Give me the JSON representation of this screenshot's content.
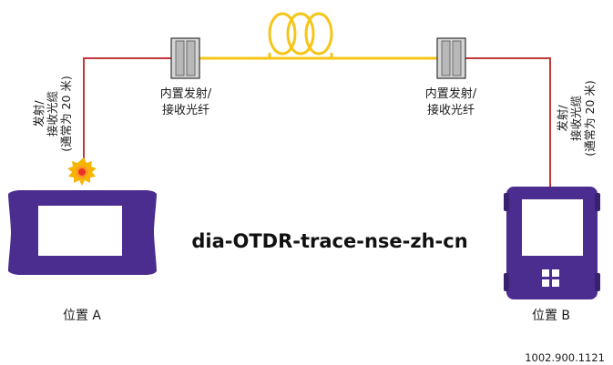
{
  "diagram": {
    "title": "dia-OTDR-trace-nse-zh-cn",
    "doc_number": "1002.900.1121",
    "site_a_label": "位置 A",
    "site_b_label": "位置 B",
    "left_cable_label": [
      "发射/",
      "接收光缆",
      "(通常为 20 米)"
    ],
    "right_cable_label": [
      "发射/",
      "接收光缆",
      "(通常为 20 米)"
    ],
    "left_module_label": [
      "内置发射/",
      "接收光纤"
    ],
    "right_module_label": [
      "内置发射/",
      "接收光纤"
    ]
  },
  "colors": {
    "cable_red": "#c0383c",
    "fiber_yellow": "#f5c518",
    "device_purple": "#4b2c8f",
    "module_grey": "#b8b8b8",
    "connector_burst": "#f7b500",
    "connector_core": "#e8302a"
  },
  "icons": {
    "left_device": "otdr-tablet-icon",
    "right_device": "otdr-handheld-icon",
    "fiber_spool": "fiber-spool-icon",
    "connector_fault": "connector-burst-icon"
  }
}
